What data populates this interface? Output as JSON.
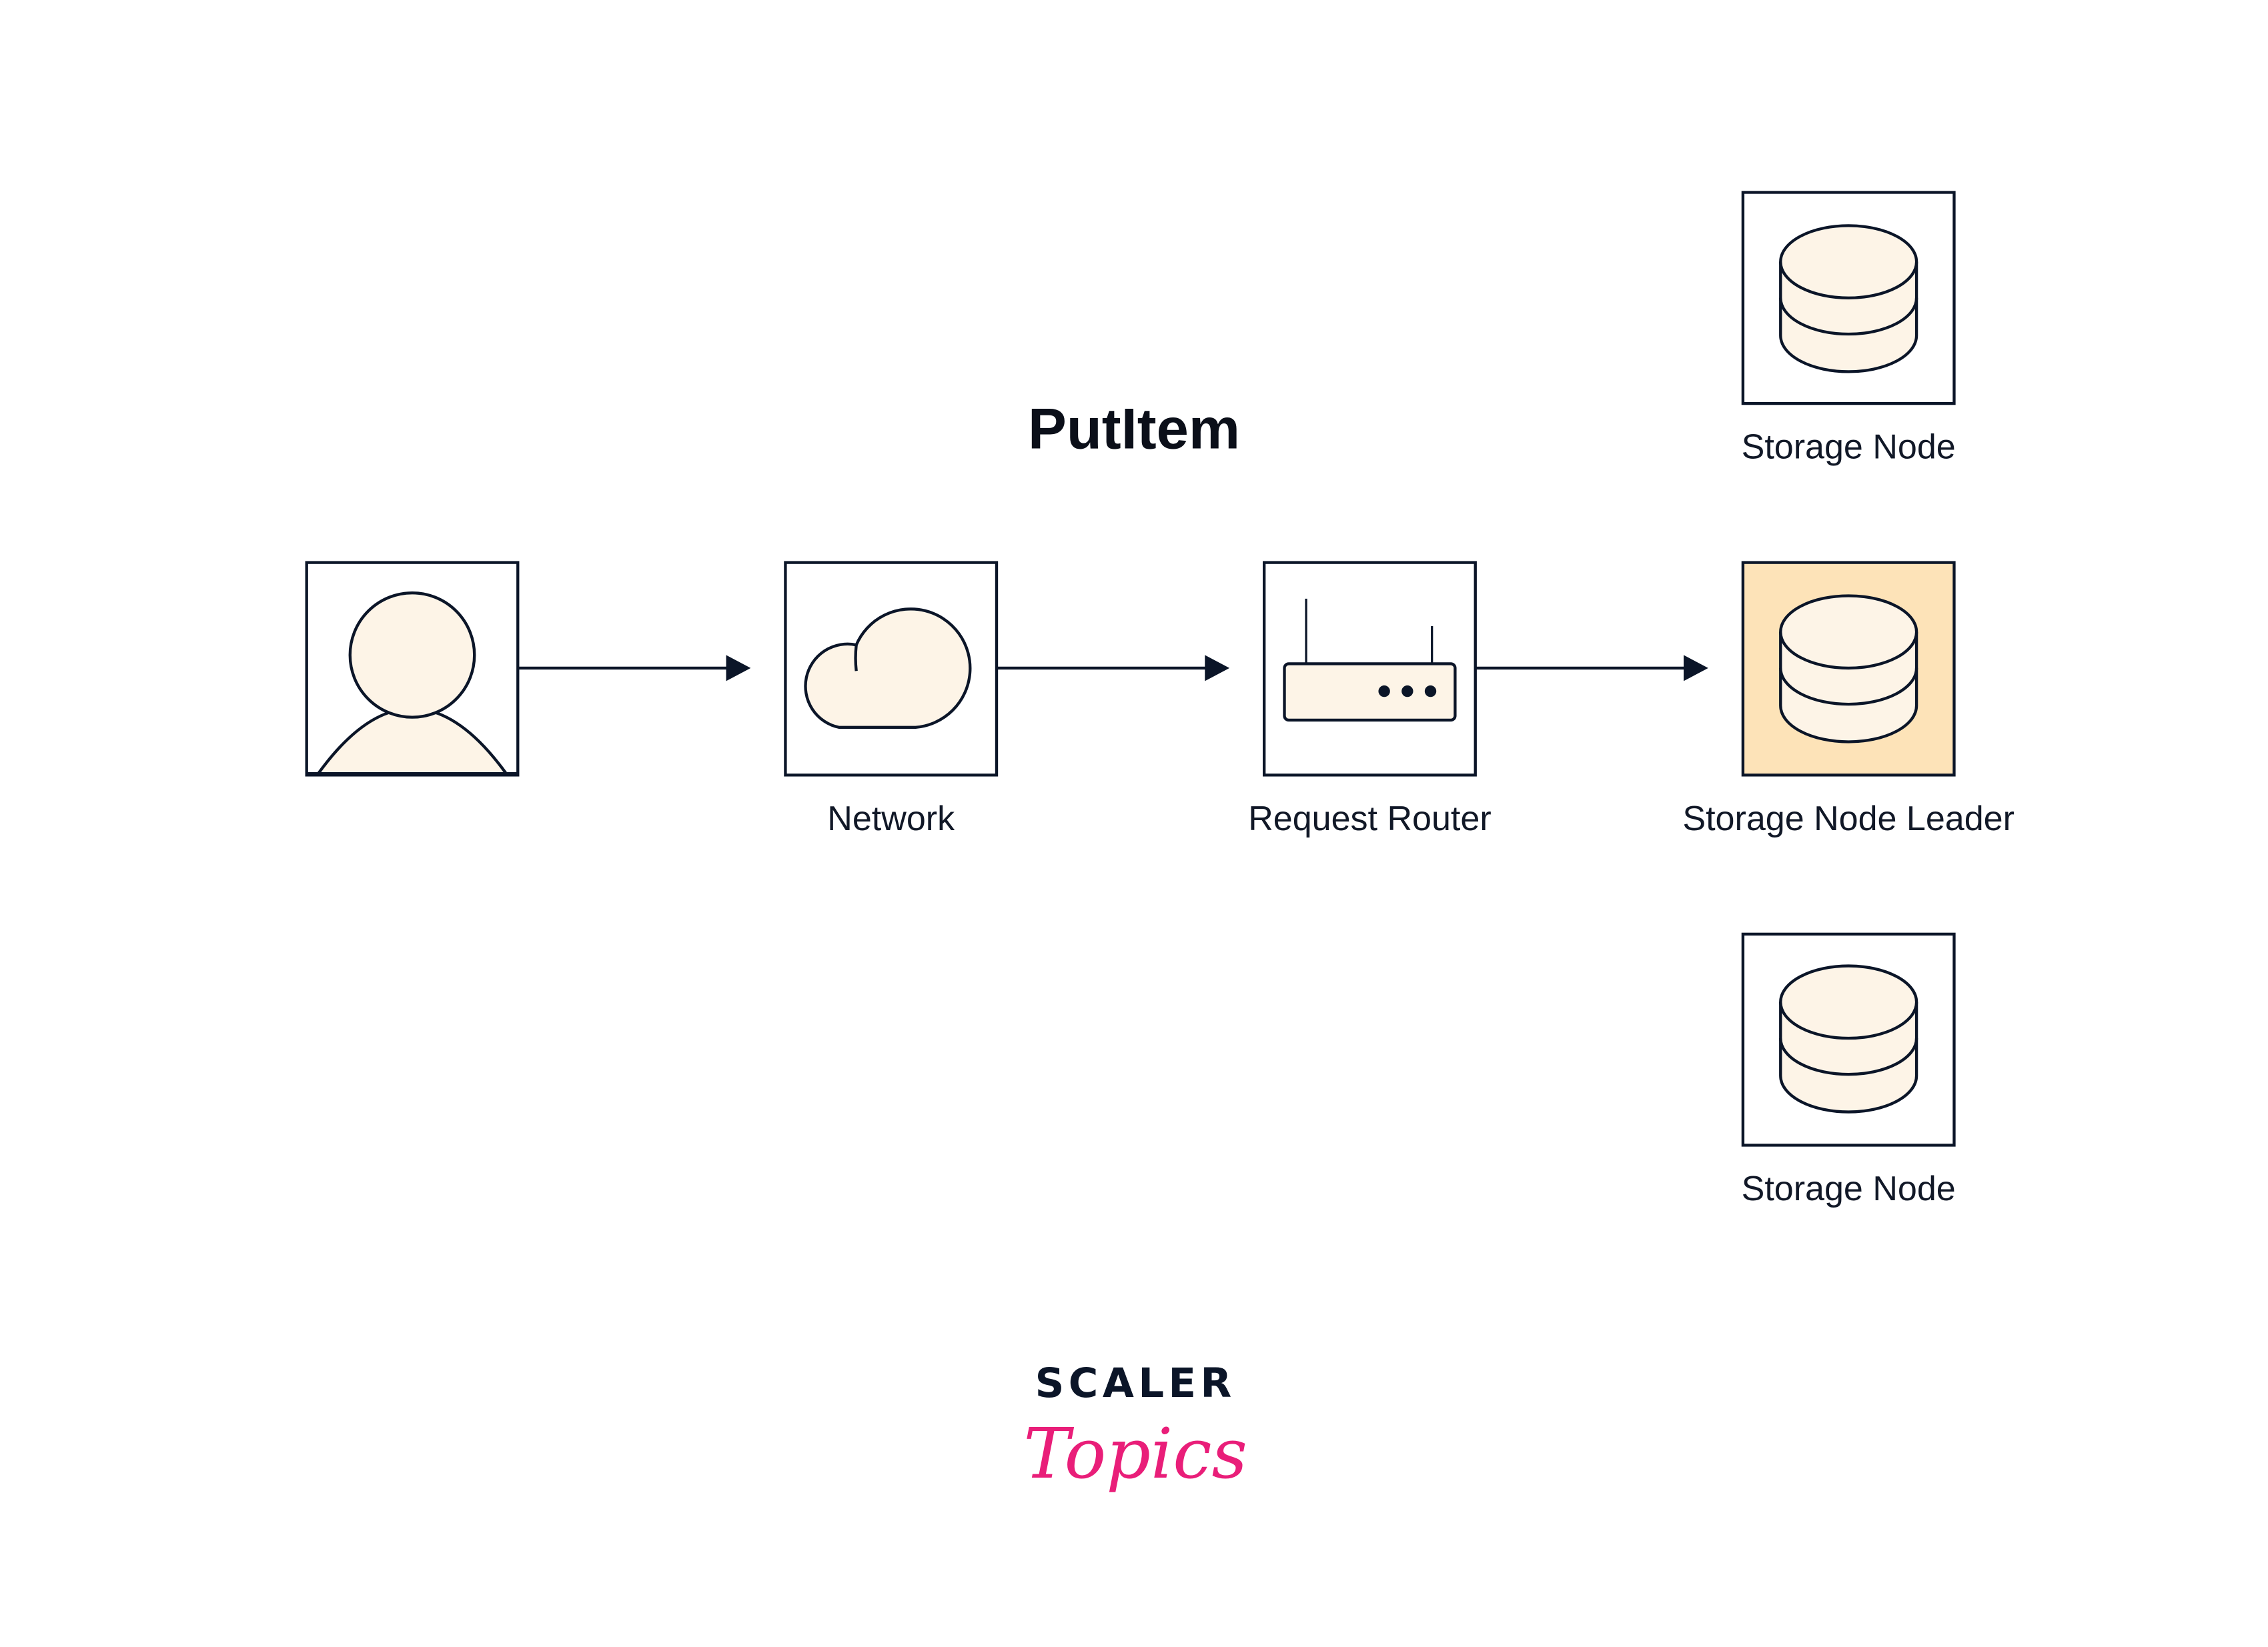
{
  "title": "PutItem",
  "colors": {
    "stroke": "#0b1528",
    "icon_fill": "#fdf4e7",
    "leader_fill": "#fde3b8",
    "brand_dark": "#0b1528",
    "brand_pink": "#e91e79"
  },
  "nodes": [
    {
      "id": "user",
      "label": "",
      "icon": "user-icon"
    },
    {
      "id": "network",
      "label": "Network",
      "icon": "cloud-icon"
    },
    {
      "id": "router",
      "label": "Request Router",
      "icon": "router-icon"
    },
    {
      "id": "leader",
      "label": "Storage Node Leader",
      "icon": "database-icon"
    },
    {
      "id": "storage_top",
      "label": "Storage Node",
      "icon": "database-icon"
    },
    {
      "id": "storage_bottom",
      "label": "Storage Node",
      "icon": "database-icon"
    }
  ],
  "edges": [
    {
      "from": "user",
      "to": "network"
    },
    {
      "from": "network",
      "to": "router"
    },
    {
      "from": "router",
      "to": "leader"
    }
  ],
  "logo": {
    "line1": "SCALER",
    "line2": "Topics"
  }
}
